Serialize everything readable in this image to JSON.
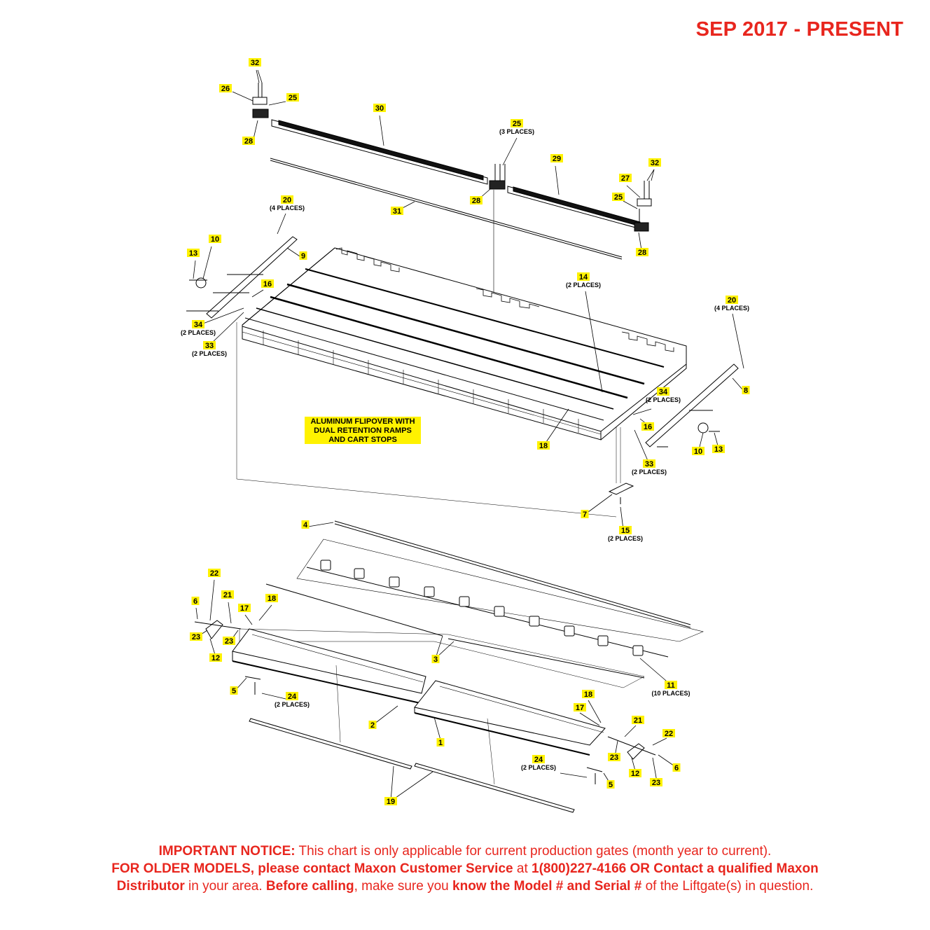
{
  "header": {
    "date_range": "SEP 2017 - PRESENT"
  },
  "diagram": {
    "main_label": [
      "ALUMINUM FLIPOVER WITH",
      "DUAL RETENTION RAMPS",
      "AND CART STOPS"
    ],
    "callouts": [
      {
        "num": "32"
      },
      {
        "num": "26"
      },
      {
        "num": "25"
      },
      {
        "num": "30"
      },
      {
        "num": "28"
      },
      {
        "num": "25",
        "sub": "(3 PLACES)"
      },
      {
        "num": "29"
      },
      {
        "num": "32"
      },
      {
        "num": "27"
      },
      {
        "num": "25"
      },
      {
        "num": "28"
      },
      {
        "num": "28"
      },
      {
        "num": "31"
      },
      {
        "num": "20",
        "sub": "(4 PLACES)"
      },
      {
        "num": "10"
      },
      {
        "num": "9"
      },
      {
        "num": "13"
      },
      {
        "num": "16"
      },
      {
        "num": "34",
        "sub": "(2 PLACES)"
      },
      {
        "num": "33",
        "sub": "(2 PLACES)"
      },
      {
        "num": "14",
        "sub": "(2 PLACES)"
      },
      {
        "num": "20",
        "sub": "(4 PLACES)"
      },
      {
        "num": "8"
      },
      {
        "num": "34",
        "sub": "(2 PLACES)"
      },
      {
        "num": "16"
      },
      {
        "num": "18"
      },
      {
        "num": "10"
      },
      {
        "num": "13"
      },
      {
        "num": "33",
        "sub": "(2 PLACES)"
      },
      {
        "num": "7"
      },
      {
        "num": "15",
        "sub": "(2 PLACES)"
      },
      {
        "num": "4"
      },
      {
        "num": "22"
      },
      {
        "num": "6"
      },
      {
        "num": "21"
      },
      {
        "num": "18"
      },
      {
        "num": "17"
      },
      {
        "num": "23"
      },
      {
        "num": "23"
      },
      {
        "num": "12"
      },
      {
        "num": "3"
      },
      {
        "num": "11",
        "sub": "(10 PLACES)"
      },
      {
        "num": "5"
      },
      {
        "num": "24",
        "sub": "(2 PLACES)"
      },
      {
        "num": "2"
      },
      {
        "num": "1"
      },
      {
        "num": "18"
      },
      {
        "num": "17"
      },
      {
        "num": "21"
      },
      {
        "num": "22"
      },
      {
        "num": "23"
      },
      {
        "num": "6"
      },
      {
        "num": "12"
      },
      {
        "num": "23"
      },
      {
        "num": "24",
        "sub": "(2 PLACES)"
      },
      {
        "num": "5"
      },
      {
        "num": "19"
      }
    ]
  },
  "notice": {
    "line1_bold": "IMPORTANT NOTICE:",
    "line1_text": " This chart is only applicable for current production gates (month year to current).",
    "line2_bold": "FOR OLDER MODELS, please contact Maxon Customer Service",
    "line2_text": " at ",
    "line2_phone": "1(800)227-4166 OR Contact a qualified Maxon",
    "line3_bold1": "Distributor",
    "line3_text1": " in your area. ",
    "line3_bold2": "Before calling",
    "line3_text2": ", make sure you ",
    "line3_bold3": "know the Model # and Serial #",
    "line3_text3": " of the Liftgate(s) in question."
  }
}
